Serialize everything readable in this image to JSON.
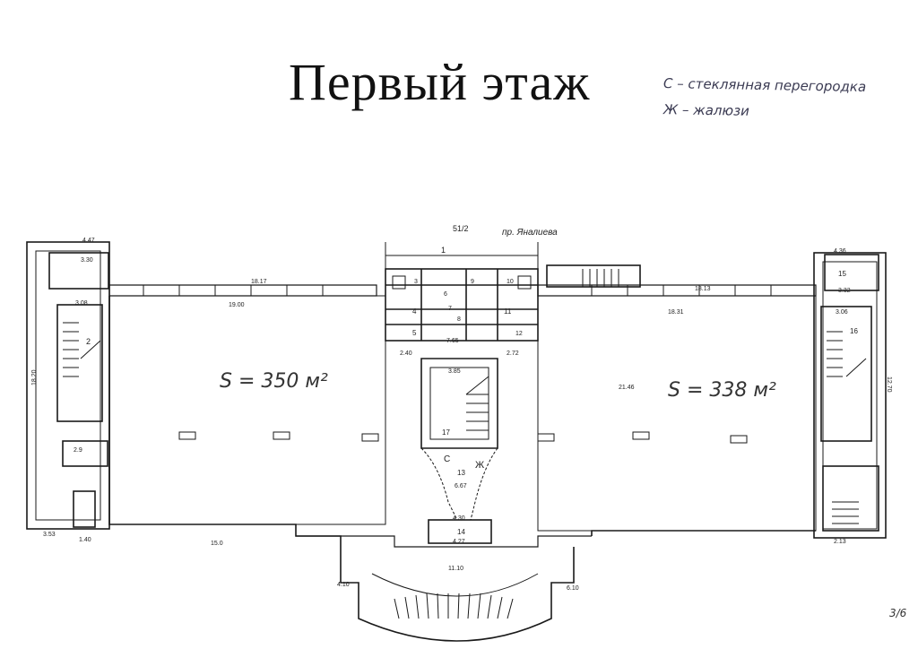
{
  "title": "Первый этаж",
  "legend": [
    {
      "code": "С",
      "text": "С – стеклянная перегородка"
    },
    {
      "code": "Ж",
      "text": "Ж – жалюзи"
    }
  ],
  "street": {
    "label": "пр. Яналиева",
    "number": "51/2"
  },
  "areas": [
    {
      "id": "left-hall",
      "text": "S = 350 м²"
    },
    {
      "id": "right-hall",
      "text": "S = 338 м²"
    }
  ],
  "rooms": [
    "1",
    "2",
    "3",
    "4",
    "5",
    "6",
    "7",
    "8",
    "9",
    "10",
    "11",
    "12",
    "13",
    "14",
    "15",
    "16",
    "17"
  ],
  "dimensions": {
    "top_left_width": "4.47",
    "stair_left": "3.30",
    "room_left_a": "3.08",
    "room_left_b": "2.9",
    "left_top_run": "18.17",
    "left_top_run_b": "19.00",
    "right_top_run": "18.13",
    "right_top_run_b": "18.31",
    "right_top_width": "4.36",
    "right_room": "3.32",
    "right_room_b": "3.06",
    "left_side_height": "18.20",
    "right_side_height": "12.70",
    "bottom_left": "15.0",
    "bottom_left_small": "3.53",
    "bottom_left_small_b": "1.40",
    "center_bottom": "11.10",
    "center_mid": "4.30",
    "center_mid_b": "4.27",
    "entrance_left": "4.10",
    "entrance_right": "6.10",
    "right_bottom": "2.13",
    "right_hall_width": "21.46",
    "center_top": "3.85",
    "center_room": "6.67",
    "mid_small": "7.65",
    "left_small": "2.40",
    "right_small": "2.72"
  },
  "signature": "3/6"
}
